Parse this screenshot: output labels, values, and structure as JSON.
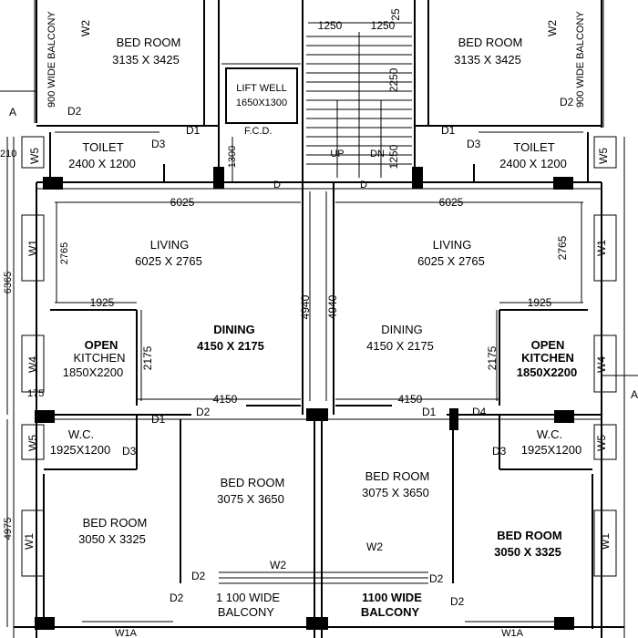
{
  "rooms": {
    "bed_tl": "BED ROOM",
    "bed_tl_size": "3135 X 3425",
    "bed_tr": "BED ROOM",
    "bed_tr_size": "3135 X 3425",
    "toilet_l": "TOILET",
    "toilet_l_size": "2400 X 1200",
    "toilet_r": "TOILET",
    "toilet_r_size": "2400 X 1200",
    "living_l": "LIVING",
    "living_l_size": "6025  X 2765",
    "living_r": "LIVING",
    "living_r_size": "6025  X 2765",
    "dining_l": "DINING",
    "dining_l_size": "4150  X 2175",
    "dining_r": "DINING",
    "dining_r_size": "4150  X 2175",
    "kitchen_l_1": "OPEN",
    "kitchen_l_2": "KITCHEN",
    "kitchen_l_size": "1850X2200",
    "kitchen_r_1": "OPEN",
    "kitchen_r_2": "KITCHEN",
    "kitchen_r_size": "1850X2200",
    "wc_l": "W.C.",
    "wc_l_size": "1925X1200",
    "wc_r": "W.C.",
    "wc_r_size": "1925X1200",
    "bed_ml": "BED ROOM",
    "bed_ml_size": "3075 X 3650",
    "bed_mr": "BED ROOM",
    "bed_mr_size": "3075 X 3650",
    "bed_bl": "BED ROOM",
    "bed_bl_size": "3050 X 3325",
    "bed_br": "BED ROOM",
    "bed_br_size": "3050 X 3325",
    "balcony_l_1": "1 100 WIDE",
    "balcony_l_2": "BALCONY",
    "balcony_r_1": "1100 WIDE",
    "balcony_r_2": "BALCONY",
    "balcony_top_l": "900 WIDE BALCONY",
    "balcony_top_r": "900 WIDE BALCONY",
    "lift_1": "LIFT WELL",
    "lift_2": "1650X1300",
    "fcd": "F.C.D.",
    "up": "UP",
    "dn": "DN"
  },
  "labels": {
    "w2": "W2",
    "w5": "W5",
    "w1": "W1",
    "w4": "W4",
    "w1a": "W1A",
    "d1": "D1",
    "d2": "D2",
    "d3": "D3",
    "d4": "D4",
    "d": "D",
    "section_a": "A"
  },
  "dimensions": {
    "d1250": "1250",
    "d2250": "2250",
    "d1300": "1300",
    "d210": "210",
    "d6025": "6025",
    "d6365": "6365",
    "d2765": "2765",
    "d1925": "1925",
    "d4940": "4940",
    "d2175": "2175",
    "d175": "175",
    "d4150": "4150",
    "d4975": "4975",
    "d25": "25"
  }
}
